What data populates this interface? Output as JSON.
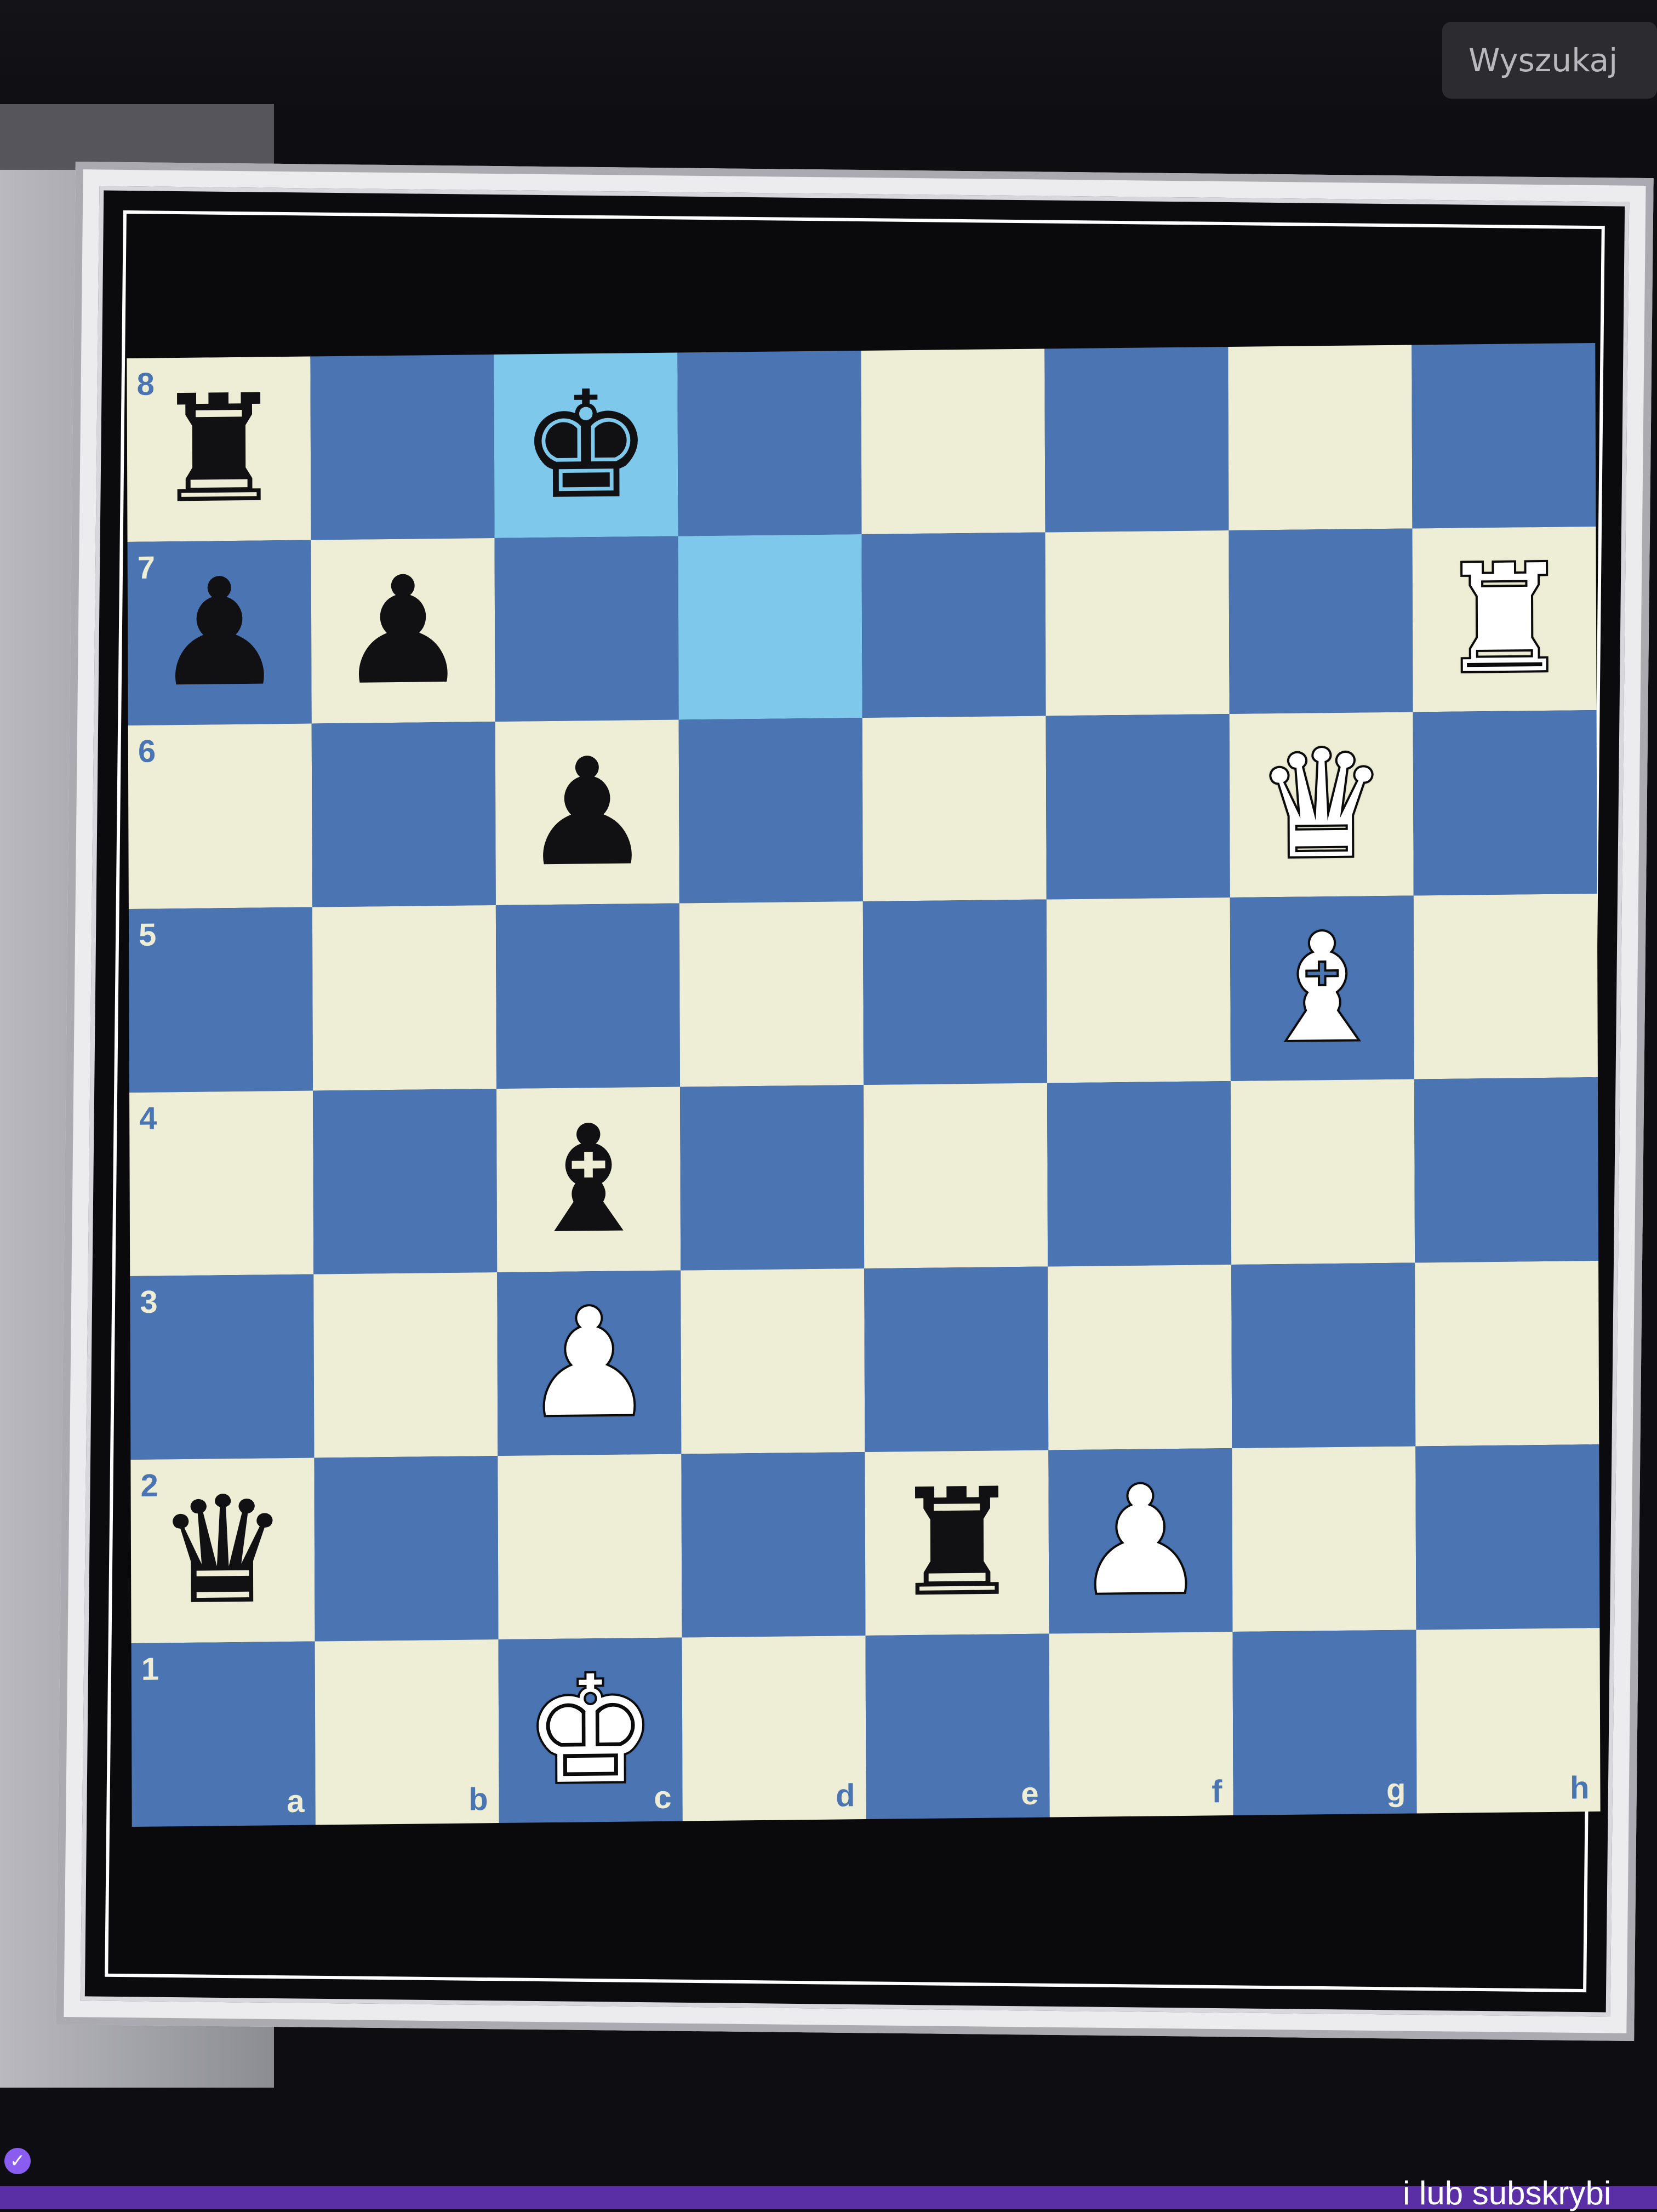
{
  "header": {
    "search_label": "Wyszukaj"
  },
  "footer": {
    "partial_text": "i lub subskrybi"
  },
  "board": {
    "files": [
      "a",
      "b",
      "c",
      "d",
      "e",
      "f",
      "g",
      "h"
    ],
    "ranks": [
      "8",
      "7",
      "6",
      "5",
      "4",
      "3",
      "2",
      "1"
    ],
    "highlighted_squares": [
      "c8",
      "d7"
    ],
    "pieces": [
      {
        "square": "a8",
        "color": "black",
        "type": "rook",
        "glyph": "♜"
      },
      {
        "square": "c8",
        "color": "black",
        "type": "king",
        "glyph": "♚"
      },
      {
        "square": "a7",
        "color": "black",
        "type": "pawn",
        "glyph": "♟"
      },
      {
        "square": "b7",
        "color": "black",
        "type": "pawn",
        "glyph": "♟"
      },
      {
        "square": "h7",
        "color": "white",
        "type": "rook",
        "glyph": "♜"
      },
      {
        "square": "c6",
        "color": "black",
        "type": "pawn",
        "glyph": "♟"
      },
      {
        "square": "g6",
        "color": "white",
        "type": "queen",
        "glyph": "♛"
      },
      {
        "square": "g5",
        "color": "white",
        "type": "bishop",
        "glyph": "♝"
      },
      {
        "square": "c4",
        "color": "black",
        "type": "bishop",
        "glyph": "♝"
      },
      {
        "square": "c3",
        "color": "white",
        "type": "pawn",
        "glyph": "♟"
      },
      {
        "square": "a2",
        "color": "black",
        "type": "queen",
        "glyph": "♛"
      },
      {
        "square": "e2",
        "color": "black",
        "type": "rook",
        "glyph": "♜"
      },
      {
        "square": "f2",
        "color": "white",
        "type": "pawn",
        "glyph": "♟"
      },
      {
        "square": "c1",
        "color": "white",
        "type": "king",
        "glyph": "♚"
      }
    ],
    "colors": {
      "light": "#eeeed6",
      "dark": "#4b74b3",
      "highlight": "#7ec8ec"
    }
  },
  "icons": {
    "cursor": "hand-cursor-icon",
    "footer": "verified-icon"
  }
}
